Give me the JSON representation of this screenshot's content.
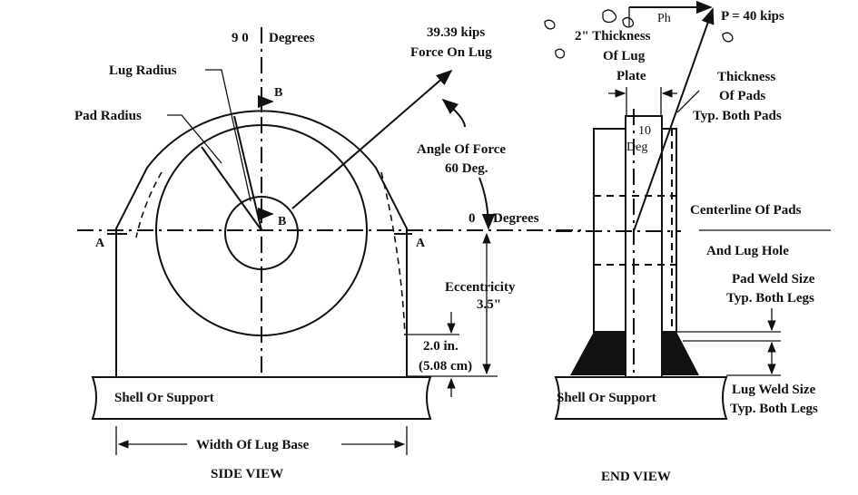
{
  "side_view": {
    "deg_90": "9 0",
    "deg_90_label": "Degrees",
    "lug_radius": "Lug Radius",
    "pad_radius": "Pad Radius",
    "section_b": "B",
    "section_a": "A",
    "force_value": "39.39 kips",
    "force_label": "Force On Lug",
    "angle_label": "Angle Of Force",
    "angle_value": "60 Deg.",
    "deg_0": "0",
    "deg_0_label": "Degrees",
    "eccentricity_label": "Eccentricity",
    "eccentricity_value": "3.5\"",
    "offset_in": "2.0 in.",
    "offset_cm": "(5.08 cm)",
    "shell_label": "Shell Or Support",
    "width_label": "Width Of Lug Base",
    "view_title": "SIDE VIEW"
  },
  "end_view": {
    "ph_label": "Ph",
    "p_label": "P  = 40 kips",
    "lug_thickness_1": "2\"  Thickness",
    "lug_thickness_2": "Of Lug",
    "lug_thickness_3": "Plate",
    "pad_thickness_1": "Thickness",
    "pad_thickness_2": "Of Pads",
    "pad_thickness_3": "Typ. Both Pads",
    "angle_deg_1": "10",
    "angle_deg_2": "Deg",
    "centerline_1": "Centerline Of Pads",
    "centerline_2": "And Lug Hole",
    "pad_weld_1": "Pad Weld Size",
    "pad_weld_2": "Typ. Both Legs",
    "lug_weld_1": "Lug Weld Size",
    "lug_weld_2": "Typ. Both Legs",
    "shell_label": "Shell Or Support",
    "view_title": "END VIEW"
  }
}
